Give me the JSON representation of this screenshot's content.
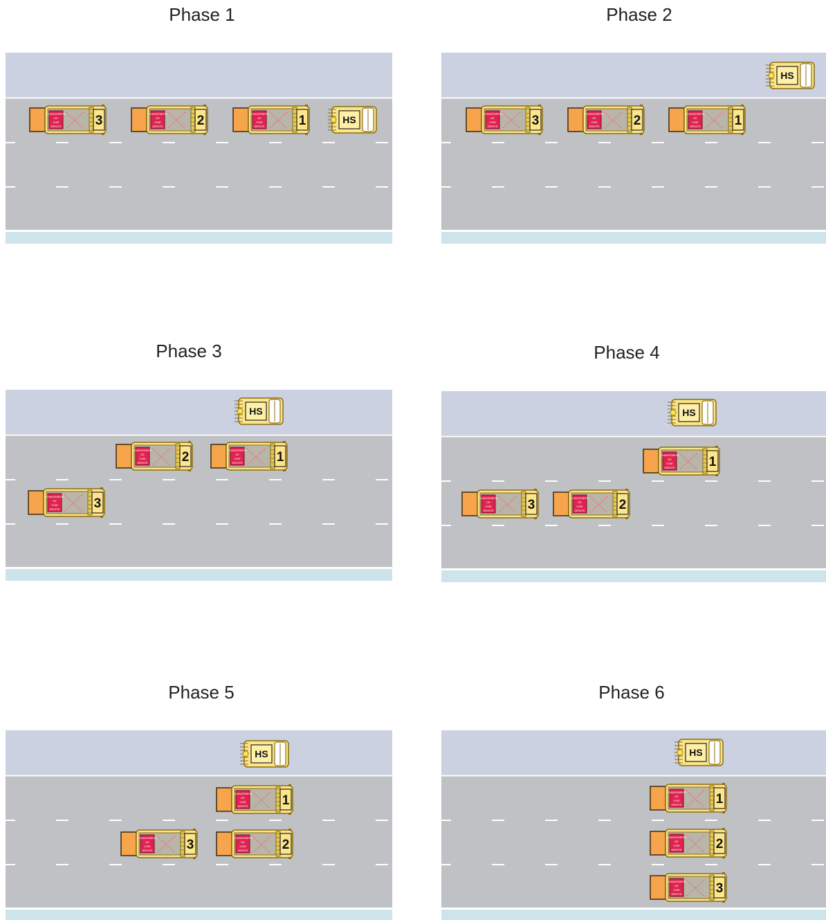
{
  "colors": {
    "shoulder": "#cbd1e1",
    "road": "#bfc1c5",
    "lane_marking": "#ffffff",
    "edge_strip": "#cde4ea",
    "truck_body": "#fde58a",
    "truck_outline": "#8a6d10",
    "attenuator": "#f7a54d",
    "sign_board": "#e0224e",
    "sign_arrow": "#e86f8c",
    "hs_light": "#ffe34a"
  },
  "sign_text": [
    "CHANGEMENT",
    "DE",
    "VOIE",
    "DROITE"
  ],
  "phases": [
    {
      "title": "Phase 1",
      "vehicles": [
        {
          "kind": "truck",
          "label": "3"
        },
        {
          "kind": "truck",
          "label": "2"
        },
        {
          "kind": "truck",
          "label": "1"
        },
        {
          "kind": "hs",
          "label": "HS"
        }
      ]
    },
    {
      "title": "Phase 2",
      "vehicles": [
        {
          "kind": "truck",
          "label": "3"
        },
        {
          "kind": "truck",
          "label": "2"
        },
        {
          "kind": "truck",
          "label": "1"
        },
        {
          "kind": "hs",
          "label": "HS"
        }
      ]
    },
    {
      "title": "Phase 3",
      "vehicles": [
        {
          "kind": "hs",
          "label": "HS"
        },
        {
          "kind": "truck",
          "label": "2"
        },
        {
          "kind": "truck",
          "label": "1"
        },
        {
          "kind": "truck",
          "label": "3"
        }
      ]
    },
    {
      "title": "Phase 4",
      "vehicles": [
        {
          "kind": "hs",
          "label": "HS"
        },
        {
          "kind": "truck",
          "label": "1"
        },
        {
          "kind": "truck",
          "label": "3"
        },
        {
          "kind": "truck",
          "label": "2"
        }
      ]
    },
    {
      "title": "Phase 5",
      "vehicles": [
        {
          "kind": "hs",
          "label": "HS"
        },
        {
          "kind": "truck",
          "label": "1"
        },
        {
          "kind": "truck",
          "label": "3"
        },
        {
          "kind": "truck",
          "label": "2"
        }
      ]
    },
    {
      "title": "Phase 6",
      "vehicles": [
        {
          "kind": "hs",
          "label": "HS"
        },
        {
          "kind": "truck",
          "label": "1"
        },
        {
          "kind": "truck",
          "label": "2"
        },
        {
          "kind": "truck",
          "label": "3"
        }
      ]
    }
  ]
}
